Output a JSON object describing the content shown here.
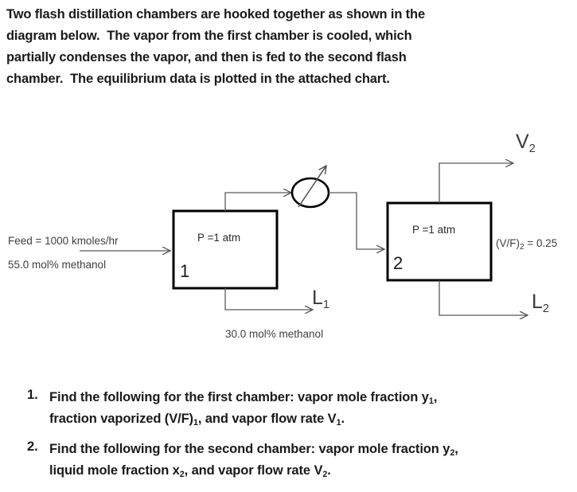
{
  "intro": {
    "lines": [
      "Two flash distillation chambers are hooked together as shown in the",
      "diagram below.  The vapor from the first chamber is cooled, which",
      "partially condenses the vapor, and then is fed to the second flash",
      "chamber.  The equilibrium data is plotted in the attached chart."
    ]
  },
  "diagram": {
    "feed": {
      "line1": "Feed = 1000 kmoles/hr",
      "line2": "55.0 mol% methanol"
    },
    "chamber1": {
      "pressure": "P =1 atm",
      "number": "1"
    },
    "chamber2": {
      "pressure": "P =1 atm",
      "number": "2"
    },
    "cooler": {
      "name": "cooler"
    },
    "streams": {
      "L1": "L",
      "L1_sub": "1",
      "L2": "L",
      "L2_sub": "2",
      "V2": "V",
      "V2_sub": "2"
    },
    "bottom_composition": "30.0 mol% methanol",
    "vf2_prefix": "(V/F)",
    "vf2_sub": "2",
    "vf2_value": " = 0.25",
    "colors": {
      "box_stroke": "#000000",
      "line_stroke": "#595959",
      "text": "#1a1a1a"
    }
  },
  "questions": [
    {
      "number": "1.",
      "lines": [
        [
          "Find the following for the first chamber: vapor mole fraction y",
          "1",
          ","
        ],
        [
          "fraction vaporized (V/F)",
          "1",
          ", and vapor flow rate V",
          "1",
          "."
        ]
      ]
    },
    {
      "number": "2.",
      "lines": [
        [
          "Find the following for the second chamber: vapor mole fraction y",
          "2",
          ","
        ],
        [
          "liquid mole fraction x",
          "2",
          ", and vapor flow rate V",
          "2",
          "."
        ]
      ]
    }
  ],
  "questions_flat": {
    "q1_num": "1.",
    "q1_line1_a": "Find the following for the first chamber: vapor mole fraction y",
    "q1_line1_sub": "1",
    "q1_line1_b": ",",
    "q1_line2_a": "fraction vaporized (V/F)",
    "q1_line2_sub1": "1",
    "q1_line2_b": ", and vapor flow rate V",
    "q1_line2_sub2": "1",
    "q1_line2_c": ".",
    "q2_num": "2.",
    "q2_line1_a": "Find the following for the second chamber: vapor mole fraction y",
    "q2_line1_sub": "2",
    "q2_line1_b": ",",
    "q2_line2_a": "liquid mole fraction x",
    "q2_line2_sub1": "2",
    "q2_line2_b": ", and vapor flow rate V",
    "q2_line2_sub2": "2",
    "q2_line2_c": "."
  }
}
